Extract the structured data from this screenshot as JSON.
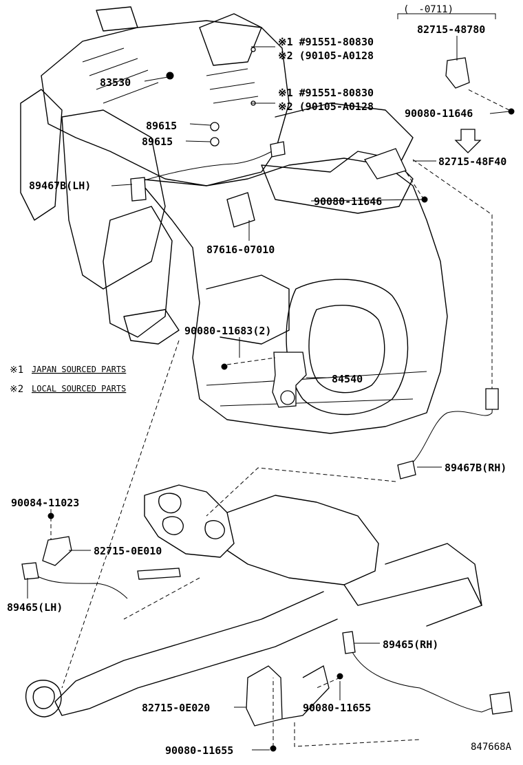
{
  "diagram_code": "847668A",
  "range_note": "(　-0711)",
  "notes": [
    {
      "mark": "※1",
      "text": "JAPAN SOURCED PARTS"
    },
    {
      "mark": "※2",
      "text": "LOCAL SOURCED PARTS"
    }
  ],
  "labels": {
    "p91551_a": "※1 #91551-80830",
    "p90105_a": "※2 (90105-A0128",
    "p91551_b": "※1 #91551-80830",
    "p90105_b": "※2 (90105-A0128",
    "p82715_48780": "82715-48780",
    "p90080_11646_top": "90080-11646",
    "p82715_48F40": "82715-48F40",
    "p83530": "83530",
    "p89615_a": "89615",
    "p89615_b": "89615",
    "p89467B_LH": "89467B(LH)",
    "p90080_11646": "90080-11646",
    "p87616_07010": "87616-07010",
    "p90080_11683": "90080-11683(2)",
    "p84540": "84540",
    "p89467B_RH": "89467B(RH)",
    "p90084_11023": "90084-11023",
    "p82715_0E010": "82715-0E010",
    "p89465_LH": "89465(LH)",
    "p89465_RH": "89465(RH)",
    "p82715_0E020": "82715-0E020",
    "p90080_11655_a": "90080-11655",
    "p90080_11655_b": "90080-11655"
  }
}
